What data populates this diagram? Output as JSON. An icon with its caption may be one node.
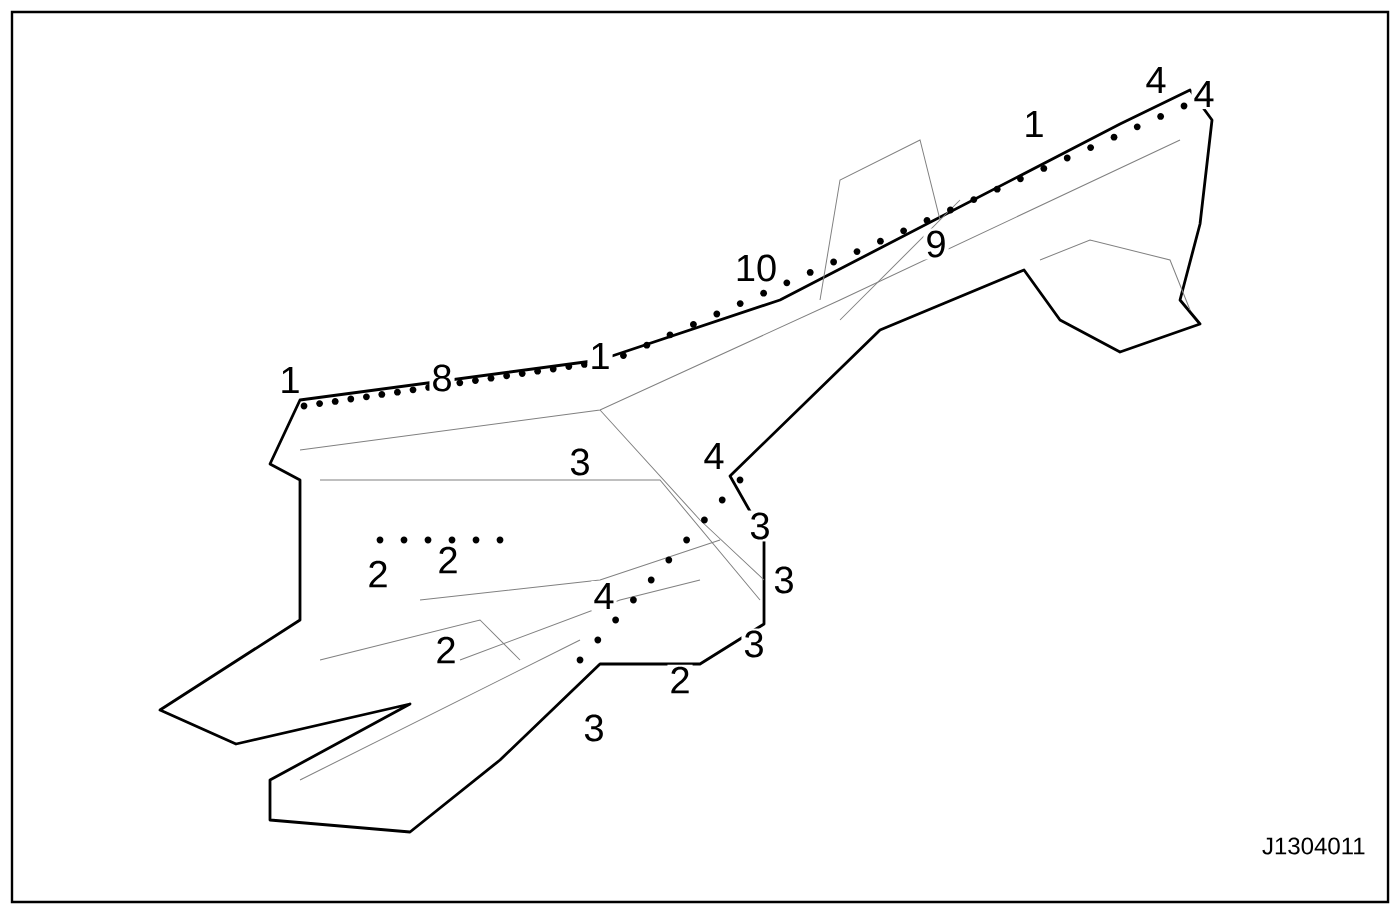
{
  "diagram": {
    "labels": [
      "4",
      "4",
      "1",
      "9",
      "10",
      "8",
      "1",
      "1",
      "3",
      "4",
      "3",
      "2",
      "2",
      "3",
      "4",
      "2",
      "3",
      "2",
      "3",
      "J1304011"
    ]
  }
}
